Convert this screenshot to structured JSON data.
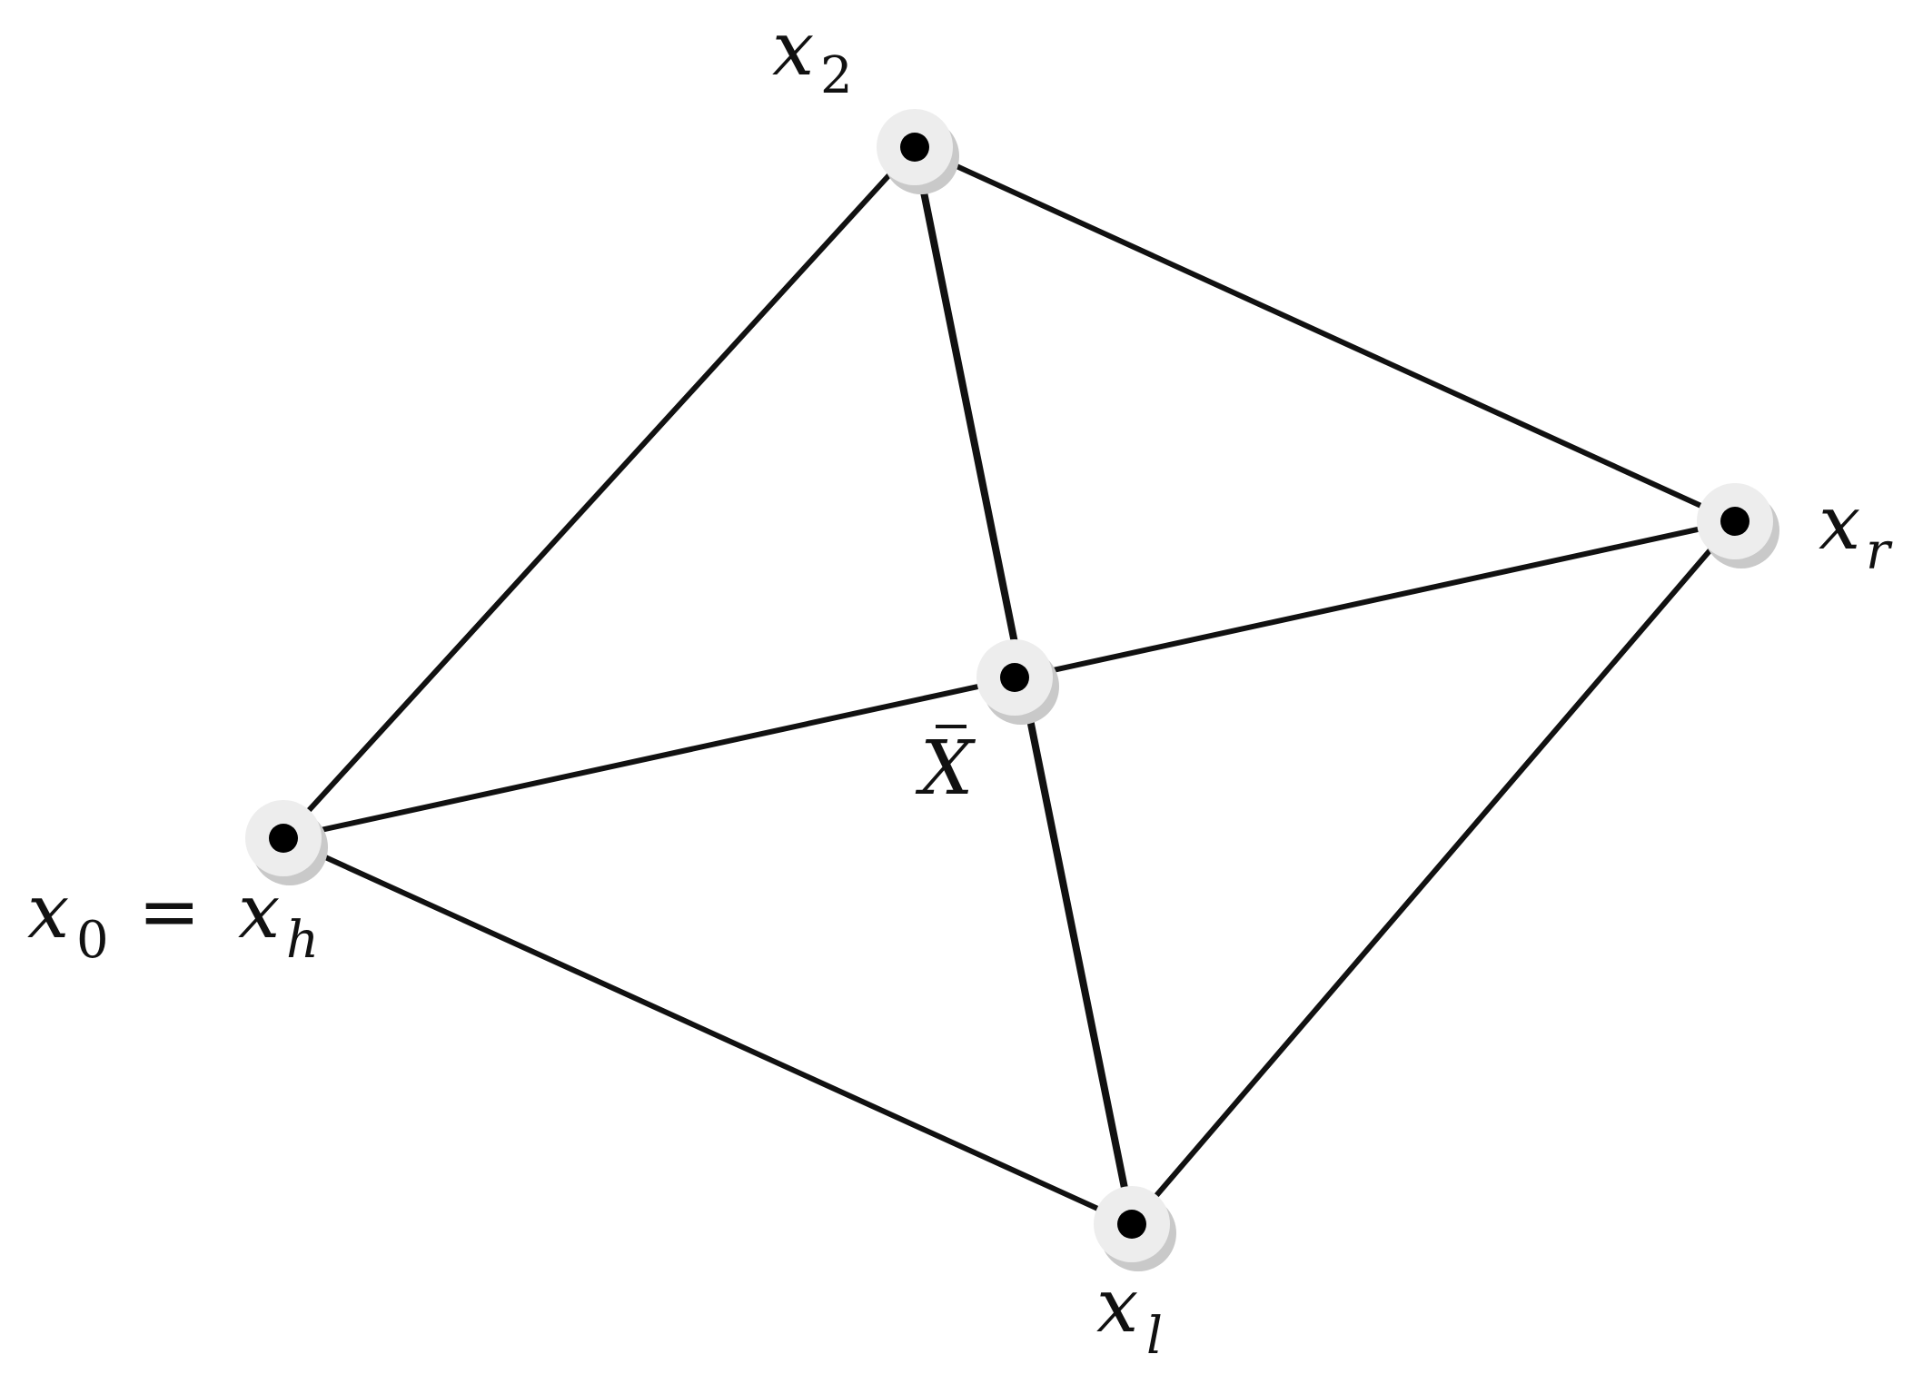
{
  "labels": {
    "x2": {
      "base": "x",
      "sub": "2"
    },
    "xr": {
      "base": "x",
      "sub": "r"
    },
    "xbar": {
      "base": "X"
    },
    "x0": {
      "base": "x",
      "sub": "0",
      "eq": "=",
      "base2": "x",
      "sub2": "h"
    },
    "xl": {
      "base": "x",
      "sub": "l"
    }
  },
  "colors": {
    "line": "#111111",
    "node_ring": "#ededed",
    "node_core": "#000000"
  }
}
